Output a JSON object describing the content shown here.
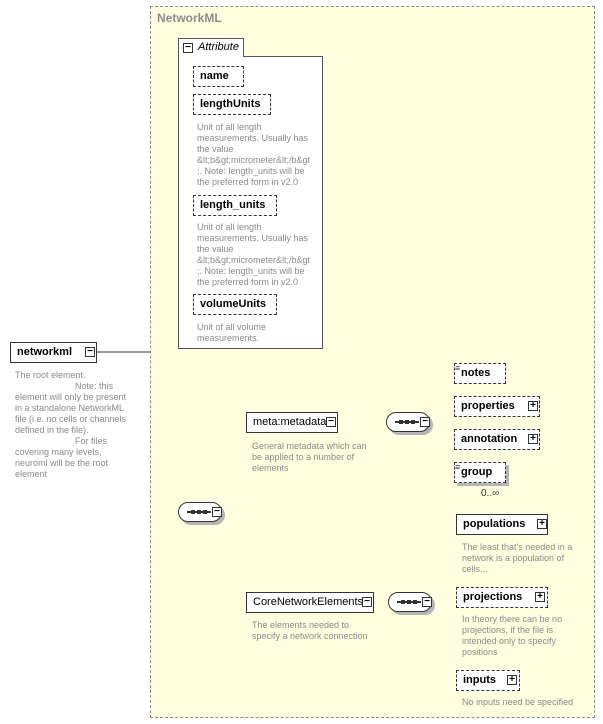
{
  "group": {
    "title": "NetworkML"
  },
  "attribute_group": {
    "label": "Attribute",
    "items": [
      {
        "name": "name",
        "doc": ""
      },
      {
        "name": "lengthUnits",
        "doc": "Unit of all length measurements. Usually has the value &lt;b&gt;micrometer&lt;/b&gt;. Note: length_units will be the preferred form in v2.0"
      },
      {
        "name": "length_units",
        "doc": "Unit of all length measurements. Usually has the value &lt;b&gt;micrometer&lt;/b&gt;. Note: length_units will be the preferred form in v2.0"
      },
      {
        "name": "volumeUnits",
        "doc": "Unit of all volume measurements."
      }
    ]
  },
  "root": {
    "name": "networkml",
    "doc_lines": [
      "The root element.",
      "Note: this",
      "element will only be present",
      "in a standalone NetworkML",
      "file (i.e. no cells or channels",
      "defined in the file).",
      "For files",
      "covering many levels,",
      "neuroml will be the root",
      "element"
    ]
  },
  "meta": {
    "name": "meta:metadata",
    "doc_lines": [
      "General metadata which can",
      "be applied to a number of",
      "elements"
    ],
    "children": [
      "notes",
      "properties",
      "annotation",
      "group"
    ],
    "group_cardinality": "0..∞"
  },
  "core": {
    "name": "CoreNetworkElements",
    "doc_lines": [
      "The elements needed to",
      "specify a network connection"
    ],
    "children": [
      {
        "name": "populations",
        "doc_lines": [
          "The least that's needed in a",
          "network is a population of",
          "cells..."
        ]
      },
      {
        "name": "projections",
        "doc_lines": [
          "In theory there can be no",
          "projections, if the file is",
          "intended only to specify",
          "positions"
        ]
      },
      {
        "name": "inputs",
        "doc_lines": [
          "No inputs need be specified"
        ]
      }
    ]
  },
  "toggle_symbols": {
    "collapse": "−",
    "expand": "+"
  }
}
